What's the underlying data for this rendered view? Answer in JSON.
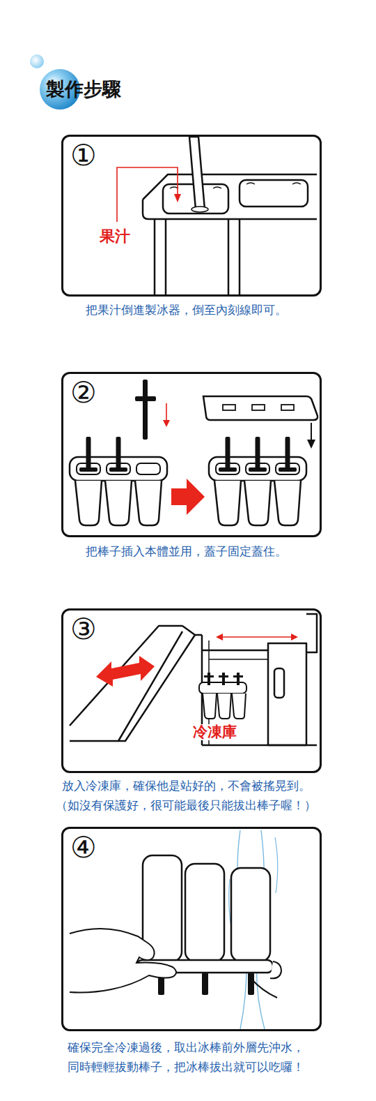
{
  "diagram": {
    "title": "製作步驟",
    "nodes": [
      {
        "text": [
          "①",
          "果汁"
        ]
      },
      {
        "text": [
          "②"
        ]
      },
      {
        "text": [
          "③",
          "冷凍庫"
        ]
      },
      {
        "text": [
          "④"
        ]
      }
    ],
    "labels": [
      "把果汁倒進製冰器，倒至內刻線即可。",
      "把棒子插入本體並用，蓋子固定蓋住。",
      "放入冷凍庫，確保他是站好的，不會被搖晃到。",
      "（如沒有保護好，很可能最後只能拔出棒子喔！）",
      "確保完全冷凍過後，取出冰棒前外層先沖水，",
      "同時輕輕拔動棒子，把冰棒拔出就可以吃囉！"
    ]
  }
}
